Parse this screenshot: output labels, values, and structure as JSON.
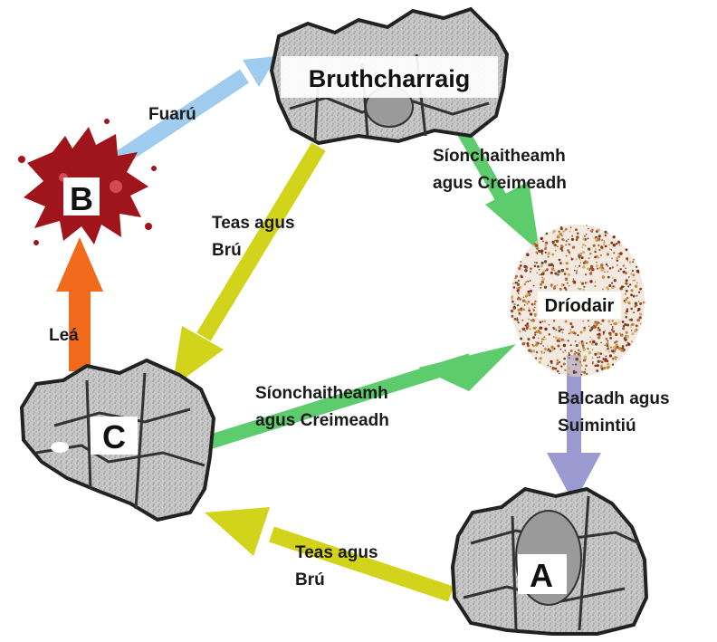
{
  "nodes": {
    "igneous": {
      "label": "Bruthcharraig"
    },
    "sediment": {
      "label": "Dríodair"
    },
    "a": {
      "label": "A"
    },
    "b": {
      "label": "B"
    },
    "c": {
      "label": "C"
    }
  },
  "edges": {
    "cooling": {
      "label": "Fuarú",
      "color": "#9fcbee"
    },
    "melting": {
      "label": "Leá",
      "color": "#f26a1b"
    },
    "heat_pressure_top": {
      "line1": "Teas agus",
      "line2": "Brú",
      "color": "#d2d41c"
    },
    "heat_pressure_bottom": {
      "line1": "Teas agus",
      "line2": "Brú",
      "color": "#d2d41c"
    },
    "weathering_top": {
      "line1": "Síonchaitheamh",
      "line2": "agus Creimeadh",
      "color": "#5dcc6c"
    },
    "weathering_mid": {
      "line1": "Síonchaitheamh",
      "line2": "agus Creimeadh",
      "color": "#5dcc6c"
    },
    "compaction": {
      "line1": "Balcadh agus",
      "line2": "Suimintiú",
      "color": "#9a9ad0"
    }
  }
}
